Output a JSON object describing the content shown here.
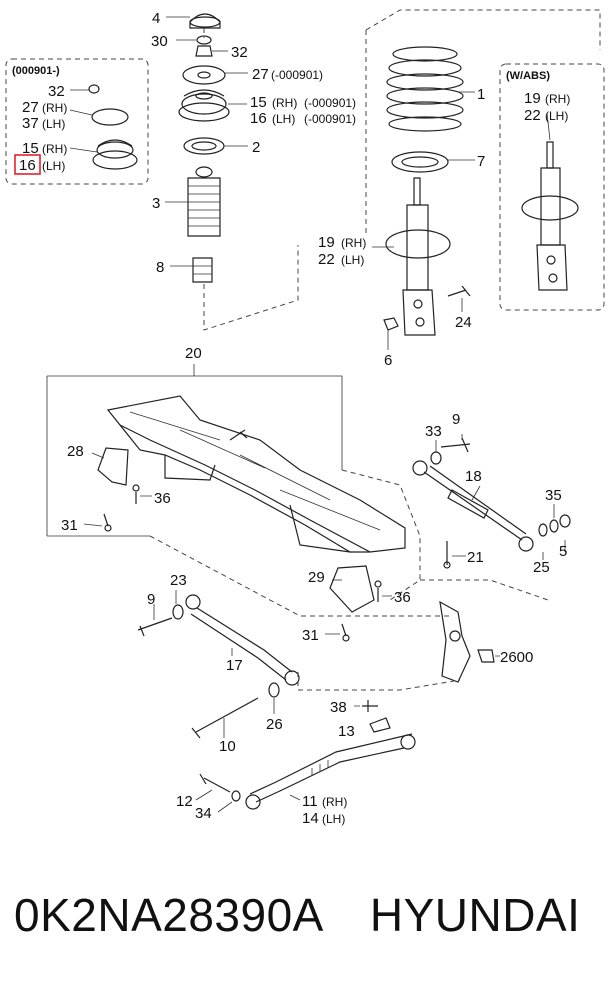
{
  "labels": {
    "p4": "4",
    "p30": "30",
    "p32a": "32",
    "p27a": "27",
    "p27a_note": "(-000901)",
    "p15a": "15",
    "p15a_side": "(RH)",
    "p15a_note": "(-000901)",
    "p16a": "16",
    "p16a_side": "(LH)",
    "p16a_note": "(-000901)",
    "p2": "2",
    "p3": "3",
    "p8": "8",
    "box1_title": "(000901-)",
    "p32b": "32",
    "p27b": "27",
    "p27b_side": "(RH)",
    "p37b": "37",
    "p37b_side": "(LH)",
    "p15b": "15",
    "p15b_side": "(RH)",
    "p16b": "16",
    "p16b_side": "(LH)",
    "p1": "1",
    "p7": "7",
    "p19a": "19",
    "p19a_side": "(RH)",
    "p22a": "22",
    "p22a_side": "(LH)",
    "p24": "24",
    "p6": "6",
    "box2_title": "(W/ABS)",
    "p19b": "19",
    "p19b_side": "(RH)",
    "p22b": "22",
    "p22b_side": "(LH)",
    "p20": "20",
    "p28": "28",
    "p36a": "36",
    "p31a": "31",
    "p33": "33",
    "p9a": "9",
    "p18": "18",
    "p35": "35",
    "p21": "21",
    "p25": "25",
    "p5": "5",
    "p29": "29",
    "p36b": "36",
    "p31b": "31",
    "p23": "23",
    "p9b": "9",
    "p17": "17",
    "p2600": "2600",
    "p26": "26",
    "p10": "10",
    "p38": "38",
    "p13": "13",
    "p12": "12",
    "p34": "34",
    "p11": "11",
    "p11_side": "(RH)",
    "p14": "14",
    "p14_side": "(LH)"
  },
  "highlight": {
    "color": "#e8202a",
    "target": "16 (LH) in (000901-) box"
  },
  "footer": {
    "part_number": "0K2NA28390A",
    "brand": "HYUNDAI"
  }
}
